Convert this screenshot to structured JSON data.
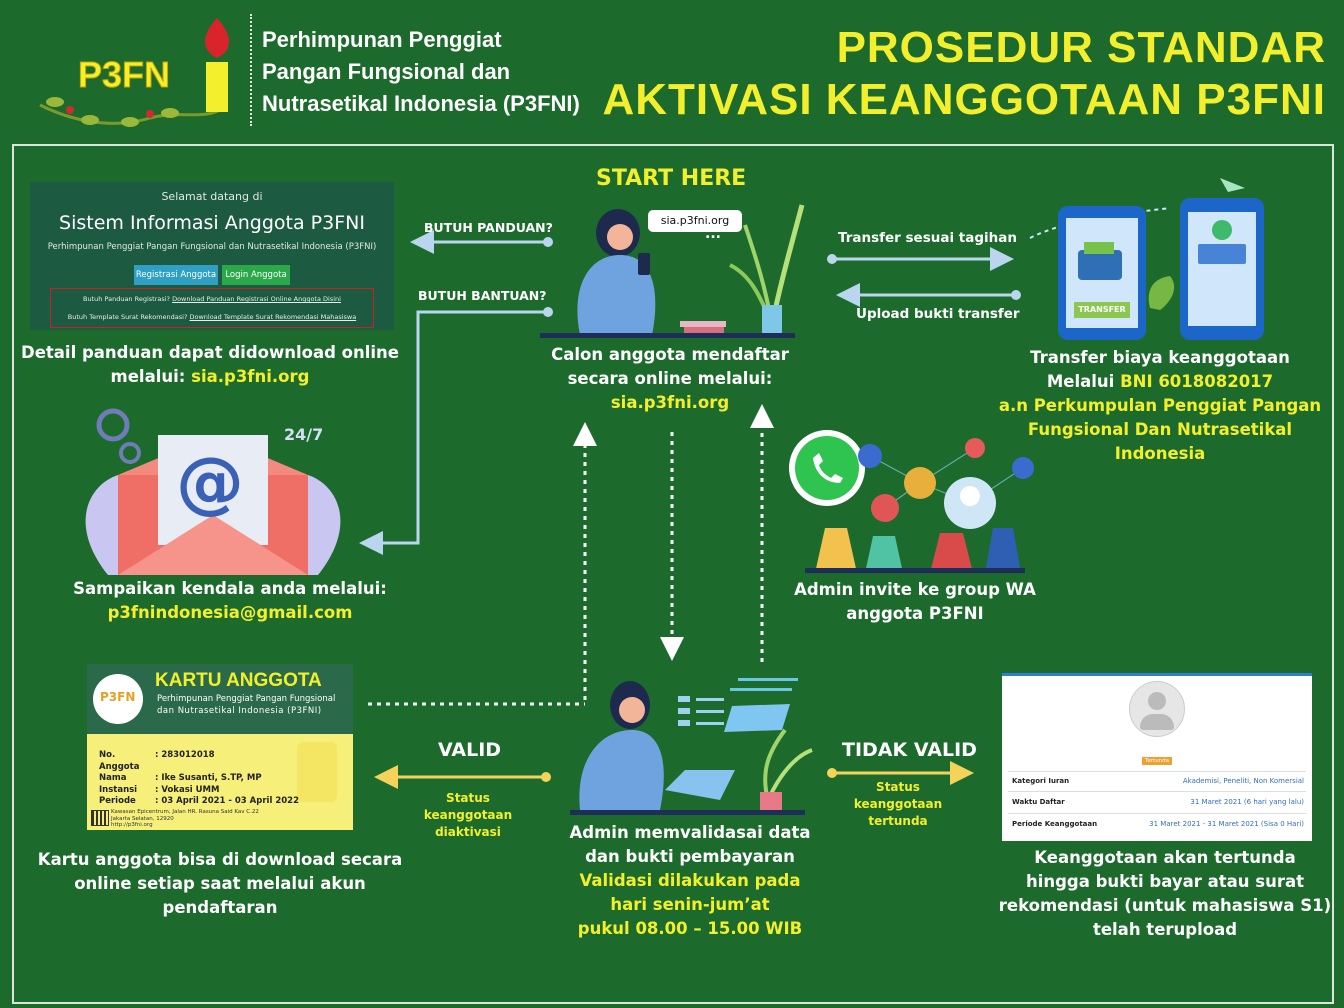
{
  "header": {
    "logo_text": "P3FN",
    "org_line1": "Perhimpunan Penggiat",
    "org_line2": "Pangan Fungsional dan",
    "org_line3": "Nutrasetikal Indonesia (P3FNI)",
    "title_line1": "PROSEDUR STANDAR",
    "title_line2": "AKTIVASI KEANGGOTAAN P3FNI"
  },
  "start": {
    "label": "START HERE",
    "bubble": "sia.p3fni.org",
    "bubble_dots": "...",
    "caption_line1": "Calon anggota mendaftar",
    "caption_line2": "secara online melalui:",
    "caption_link": "sia.p3fni.org"
  },
  "sia_panel": {
    "welcome": "Selamat datang di",
    "title": "Sistem Informasi Anggota P3FNI",
    "subtitle": "Perhimpunan Penggiat Pangan Fungsional dan Nutrasetikal Indonesia (P3FNI)",
    "btn_register": "Registrasi Anggota",
    "btn_login": "Login Anggota",
    "note1_prefix": "Butuh Panduan Registrasi? ",
    "note1_link": "Download Panduan Registrasi Online Anggota Disini",
    "note2_prefix": "Butuh Template Surat Rekomendasi? ",
    "note2_link": "Download Template Surat Rekomendasi Mahasiswa",
    "caption_line1": "Detail panduan dapat didownload online",
    "caption_line2_prefix": "melalui: ",
    "caption_link": "sia.p3fni.org"
  },
  "arrows": {
    "butuh_panduan": "BUTUH PANDUAN?",
    "butuh_bantuan": "BUTUH BANTUAN?",
    "transfer": "Transfer sesuai tagihan",
    "upload": "Upload bukti transfer",
    "valid": "VALID",
    "valid_status_line1": "Status keanggotaan",
    "valid_status_line2": "diaktivasi",
    "tidak_valid": "TIDAK VALID",
    "tidak_status_line1": "Status keanggotaan",
    "tidak_status_line2": "tertunda"
  },
  "email": {
    "badge": "24/7",
    "caption_line1": "Sampaikan kendala anda melalui:",
    "caption_link": "p3fnindonesia@gmail.com"
  },
  "transfer": {
    "button": "TRANSFER",
    "caption_line1": "Transfer biaya keanggotaan",
    "caption_line2_prefix": "Melalui ",
    "caption_bank": "BNI 6018082017",
    "caption_line3": "a.n Perkumpulan Penggiat Pangan",
    "caption_line4": "Fungsional Dan Nutrasetikal Indonesia"
  },
  "wa": {
    "caption_line1": "Admin invite ke group WA",
    "caption_line2": "anggota P3FNI"
  },
  "admin": {
    "caption_line1": "Admin memvalidasai data",
    "caption_line2": "dan bukti pembayaran",
    "caption_line3": "Validasi dilakukan pada",
    "caption_line4": "hari senin-jum’at",
    "caption_line5": "pukul 08.00 – 15.00 WIB"
  },
  "card": {
    "title": "KARTU ANGGOTA",
    "sub1": "Perhimpunan Penggiat Pangan Fungsional",
    "sub2": "dan Nutrasetikal Indonesia (P3FNI)",
    "logo": "P3FN",
    "rows": [
      {
        "k": "No. Anggota",
        "v": ": 283012018"
      },
      {
        "k": "Nama",
        "v": ": Ike Susanti, S.TP, MP"
      },
      {
        "k": "Instansi",
        "v": ": Vokasi UMM"
      },
      {
        "k": "Periode",
        "v": ": 03 April 2021 - 03 April 2022"
      }
    ],
    "addr1": "Kawasan Epicentrum, Jalan HR. Rasuna Said Kav C.22",
    "addr2": "Jakarta Selatan, 12920",
    "addr3": "http://p3fni.org",
    "caption_line1": "Kartu anggota bisa di download secara",
    "caption_line2": "online setiap saat melalui akun",
    "caption_line3": "pendaftaran"
  },
  "pending": {
    "badge": "Tertunda",
    "rows": [
      {
        "k": "Kategori Iuran",
        "v": "Akademisi, Peneliti, Non Komersial"
      },
      {
        "k": "Waktu Daftar",
        "v": "31 Maret 2021 (6 hari yang lalu)"
      },
      {
        "k": "Periode Keanggotaan",
        "v": "31 Maret 2021 - 31 Maret 2021 (Sisa 0 Hari)"
      }
    ],
    "caption_line1": "Keanggotaan akan tertunda",
    "caption_line2": "hingga bukti bayar atau surat",
    "caption_line3": "rekomendasi (untuk mahasiswa S1)",
    "caption_line4": "telah terupload"
  },
  "colors": {
    "background": "#1c6b2c",
    "accent_yellow": "#f4ef2c",
    "arrow_blue": "#b9d6ee",
    "arrow_yellow": "#f5d35a"
  }
}
